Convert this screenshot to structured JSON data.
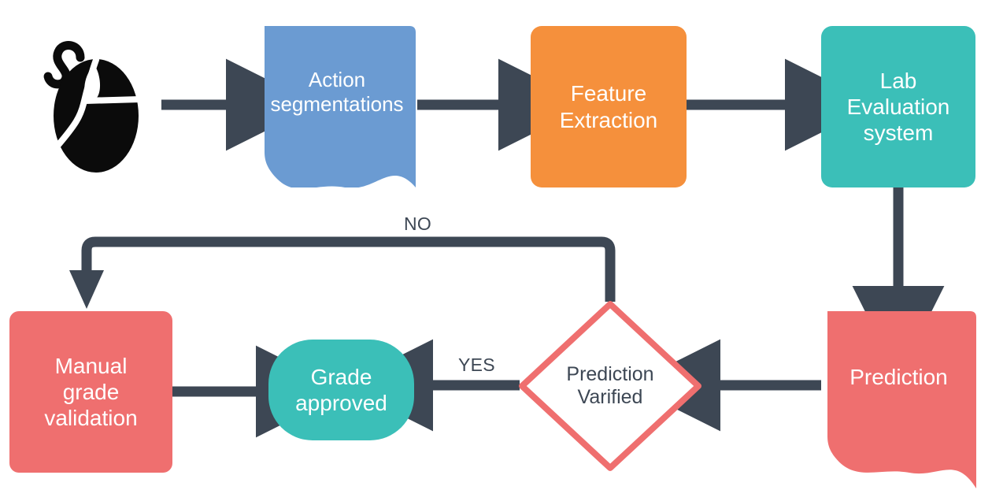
{
  "diagram": {
    "title": "Lab action grading pipeline flowchart",
    "background": "#ffffff",
    "arrow_color": "#3d4754",
    "nodes": [
      {
        "id": "input-device",
        "label": "",
        "icon": "computer-mouse-icon",
        "shape": "icon",
        "color": "#000000"
      },
      {
        "id": "action-segmentations",
        "label": "Action\nsegmentations",
        "shape": "document",
        "color": "#6b9bd2",
        "text_color": "#ffffff"
      },
      {
        "id": "feature-extraction",
        "label": "Feature\nExtraction",
        "shape": "rounded-rect",
        "color": "#f5903c",
        "text_color": "#ffffff"
      },
      {
        "id": "lab-evaluation-system",
        "label": "Lab\nEvaluation\nsystem",
        "shape": "rounded-rect",
        "color": "#3bbfb8",
        "text_color": "#ffffff"
      },
      {
        "id": "prediction",
        "label": "Prediction",
        "shape": "document",
        "color": "#ef6f6f",
        "text_color": "#ffffff"
      },
      {
        "id": "prediction-varified",
        "label": "Prediction\nVarified",
        "shape": "diamond",
        "color": "#ffffff",
        "border_color": "#ef6f6f",
        "text_color": "#3d4754"
      },
      {
        "id": "grade-approved",
        "label": "Grade\napproved",
        "shape": "pill",
        "color": "#3bbfb8",
        "text_color": "#ffffff"
      },
      {
        "id": "manual-grade-validation",
        "label": "Manual\ngrade\nvalidation",
        "shape": "rounded-rect",
        "color": "#ef6f6f",
        "text_color": "#ffffff"
      }
    ],
    "edge_labels": {
      "no": "NO",
      "yes": "YES"
    },
    "edges": [
      {
        "from": "input-device",
        "to": "action-segmentations",
        "label": ""
      },
      {
        "from": "action-segmentations",
        "to": "feature-extraction",
        "label": ""
      },
      {
        "from": "feature-extraction",
        "to": "lab-evaluation-system",
        "label": ""
      },
      {
        "from": "lab-evaluation-system",
        "to": "prediction",
        "label": ""
      },
      {
        "from": "prediction",
        "to": "prediction-varified",
        "label": ""
      },
      {
        "from": "prediction-varified",
        "to": "grade-approved",
        "label": "YES"
      },
      {
        "from": "prediction-varified",
        "to": "manual-grade-validation",
        "label": "NO"
      },
      {
        "from": "manual-grade-validation",
        "to": "grade-approved",
        "label": ""
      }
    ]
  }
}
